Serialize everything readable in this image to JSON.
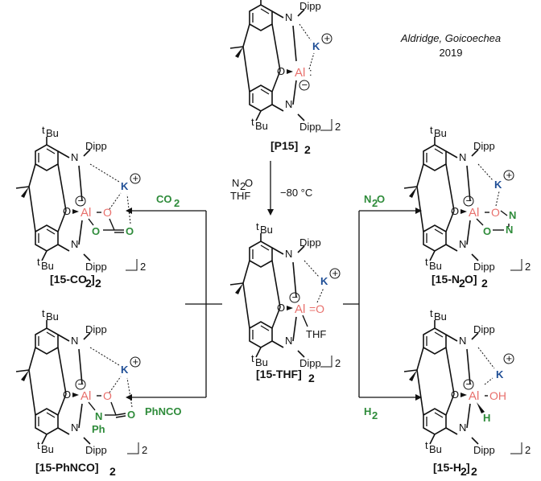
{
  "credit": {
    "authors": "Aldridge, Goicoechea",
    "year": "2019"
  },
  "common": {
    "tbu_sup": "t",
    "tbu": "Bu",
    "dipp": "Dipp",
    "n": "N",
    "o": "O",
    "al": "Al",
    "k": "K",
    "dimer": "2",
    "plus": "+",
    "minus": "−",
    "lonepair": ":"
  },
  "compounds": {
    "p15": {
      "name": "[P15]",
      "sub": "2"
    },
    "thf": {
      "name": "[15-THF]",
      "sub": "2",
      "ligand": "THF",
      "oxo": "=O"
    },
    "co2": {
      "name": "[15-CO",
      "name_sub": "2",
      "name_end": "]",
      "sub": "2",
      "frag_o1": "O",
      "frag_o2": "O",
      "frag_c": "O"
    },
    "n2o": {
      "name": "[15-N",
      "name_sub": "2",
      "name_end": "O]",
      "sub": "2",
      "frag_o1": "O",
      "frag_n1": "N",
      "frag_n2": "N",
      "frag_o2": "O"
    },
    "phnco": {
      "name": "[15-PhNCO]",
      "sub": "2",
      "frag_o1": "O",
      "frag_n": "N",
      "frag_ph": "Ph",
      "frag_o2": "O"
    },
    "h2": {
      "name": "[15-H",
      "name_sub": "2",
      "name_end": "]",
      "sub": "2",
      "frag_oh": "OH",
      "frag_h": "H"
    }
  },
  "conditions": {
    "n2o_top": "N",
    "n2o_sub": "2",
    "n2o_o": "O",
    "thf": "THF",
    "temp": "−80 °C"
  },
  "reagents": {
    "co2": "CO",
    "co2_sub": "2",
    "n2o": "N",
    "n2o_sub": "2",
    "n2o_end": "O",
    "phnco": "PhNCO",
    "h2": "H",
    "h2_sub": "2"
  },
  "colors": {
    "aluminium": "#e8706c",
    "potassium": "#1f4e96",
    "reagent": "#2e8b3a"
  }
}
